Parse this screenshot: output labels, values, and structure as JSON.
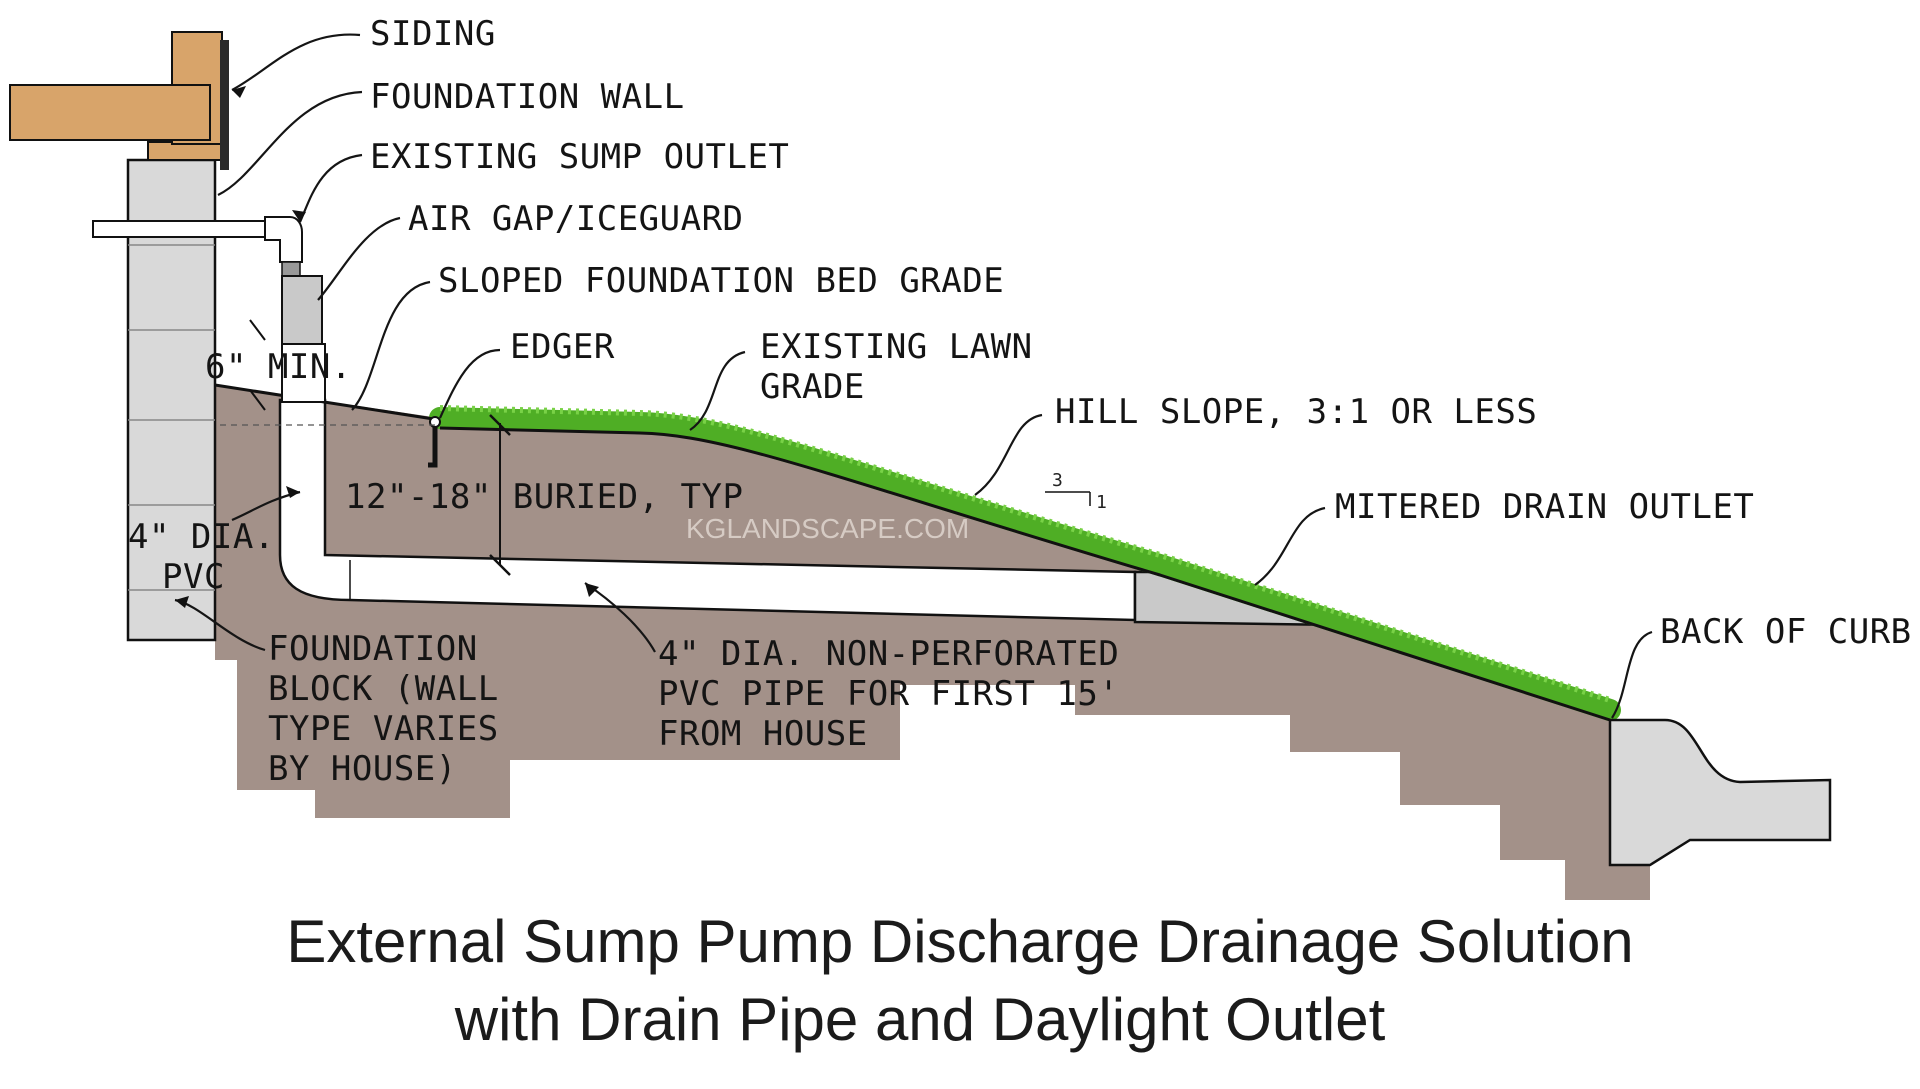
{
  "colors": {
    "soil": "#a39189",
    "concrete": "#d9d9d9",
    "wood": "#d8a46a",
    "grass": "#5bbf2d",
    "ink": "#141414"
  },
  "labels": {
    "siding": "SIDING",
    "foundation_wall": "FOUNDATION WALL",
    "existing_sump_outlet": "EXISTING SUMP OUTLET",
    "air_gap": "AIR GAP/ICEGUARD",
    "sloped_bed": "SLOPED FOUNDATION BED GRADE",
    "edger": "EDGER",
    "lawn_grade_1": "EXISTING LAWN",
    "lawn_grade_2": "GRADE",
    "hill_slope": "HILL SLOPE, 3:1 OR LESS",
    "mitered_outlet": "MITERED DRAIN OUTLET",
    "back_of_curb": "BACK OF CURB",
    "six_min": "6\" MIN.",
    "buried": "12\"-18\" BURIED, TYP",
    "pvc_1": "4\" DIA.",
    "pvc_2": "PVC",
    "foundation_block_1": "FOUNDATION",
    "foundation_block_2": "BLOCK  (WALL",
    "foundation_block_3": "TYPE VARIES",
    "foundation_block_4": "BY HOUSE)",
    "nonperf_1": "4\" DIA. NON-PERFORATED",
    "nonperf_2": "PVC PIPE FOR FIRST 15'",
    "nonperf_3": "FROM HOUSE",
    "slope_run": "3",
    "slope_rise": "1"
  },
  "watermark": "KGLANDSCAPE.COM",
  "title": {
    "line1": "External Sump Pump Discharge Drainage Solution",
    "line2": "with Drain Pipe and Daylight Outlet"
  }
}
